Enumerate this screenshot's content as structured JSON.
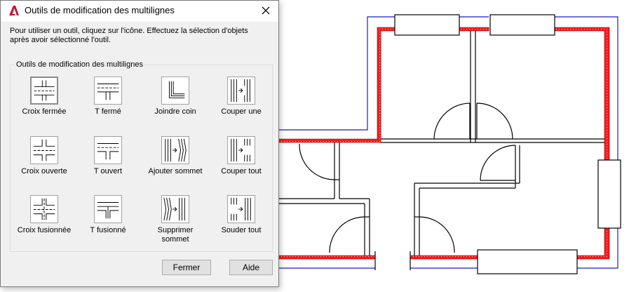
{
  "dialog": {
    "title": "Outils de modification des multilignes",
    "instructions": "Pour utiliser un outil, cliquez sur l'icône. Effectuez la sélection d'objets après avoir sélectionné l'outil.",
    "group_label": "Outils de modification des multilignes",
    "tools": [
      {
        "label": "Croix fermée",
        "icon": "closed-cross-icon"
      },
      {
        "label": "T fermé",
        "icon": "closed-tee-icon"
      },
      {
        "label": "Joindre coin",
        "icon": "corner-joint-icon"
      },
      {
        "label": "Couper une",
        "icon": "cut-single-icon"
      },
      {
        "label": "Croix ouverte",
        "icon": "open-cross-icon"
      },
      {
        "label": "T ouvert",
        "icon": "open-tee-icon"
      },
      {
        "label": "Ajouter sommet",
        "icon": "add-vertex-icon"
      },
      {
        "label": "Couper tout",
        "icon": "cut-all-icon"
      },
      {
        "label": "Croix fusionnée",
        "icon": "merged-cross-icon"
      },
      {
        "label": "T fusionné",
        "icon": "merged-tee-icon"
      },
      {
        "label": "Supprimer sommet",
        "icon": "delete-vertex-icon"
      },
      {
        "label": "Souder tout",
        "icon": "weld-all-icon"
      }
    ],
    "buttons": {
      "close": "Fermer",
      "help": "Aide"
    }
  },
  "colors": {
    "wall_hatch": "#ff1a1a",
    "outline": "#1a1acc",
    "app_icon": "#c8102e"
  }
}
